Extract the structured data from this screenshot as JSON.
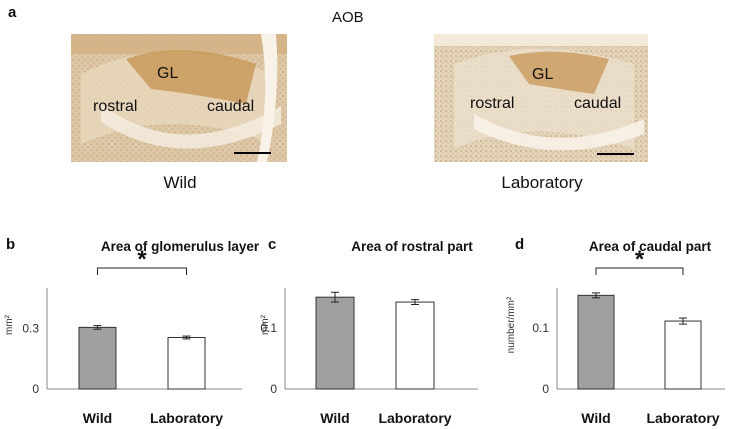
{
  "figure": {
    "top_letter": "a",
    "top_title": "AOB",
    "images": [
      {
        "caption": "Wild",
        "labels": {
          "gl": "GL",
          "rostral": "rostral",
          "caudal": "caudal"
        }
      },
      {
        "caption": "Laboratory",
        "labels": {
          "gl": "GL",
          "rostral": "rostral",
          "caudal": "caudal"
        }
      }
    ]
  },
  "colors": {
    "wild_bar": "#a0a0a0",
    "lab_bar": "#ffffff",
    "bar_stroke": "#333333",
    "axis": "#888888",
    "tissue_light": "#e3d2b7",
    "tissue_mid": "#d6b48c",
    "gl_brown": "#c99a5b",
    "dots": "#b07c4a"
  },
  "chart_data": [
    {
      "type": "bar",
      "panel": "b",
      "title": "Area of glomerulus layer",
      "ylabel": "mm²",
      "categories": [
        "Wild",
        "Laboratory"
      ],
      "values": [
        0.305,
        0.255
      ],
      "errors": [
        0.009,
        0.007
      ],
      "ylim": [
        0,
        0.5
      ],
      "yticks": [
        0,
        0.3
      ],
      "ytick_labels": [
        "0",
        "0.3"
      ],
      "significance": {
        "pair": [
          0,
          1
        ],
        "label": "*"
      },
      "legend": "none",
      "grid": false
    },
    {
      "type": "bar",
      "panel": "c",
      "title": "Area of rostral part",
      "ylabel": "mm²",
      "categories": [
        "Wild",
        "Laboratory"
      ],
      "values": [
        0.15,
        0.142
      ],
      "errors": [
        0.008,
        0.004
      ],
      "ylim": [
        0,
        0.165
      ],
      "yticks": [
        0,
        0.1
      ],
      "ytick_labels": [
        "0",
        "0.1"
      ],
      "significance": null,
      "legend": "none",
      "grid": false
    },
    {
      "type": "bar",
      "panel": "d",
      "title": "Area of caudal part",
      "ylabel": "number/mm²",
      "categories": [
        "Wild",
        "Laboratory"
      ],
      "values": [
        0.153,
        0.111
      ],
      "errors": [
        0.004,
        0.005
      ],
      "ylim": [
        0,
        0.165
      ],
      "yticks": [
        0,
        0.1
      ],
      "ytick_labels": [
        "0",
        "0.1"
      ],
      "significance": {
        "pair": [
          0,
          1
        ],
        "label": "*"
      },
      "legend": "none",
      "grid": false
    }
  ]
}
